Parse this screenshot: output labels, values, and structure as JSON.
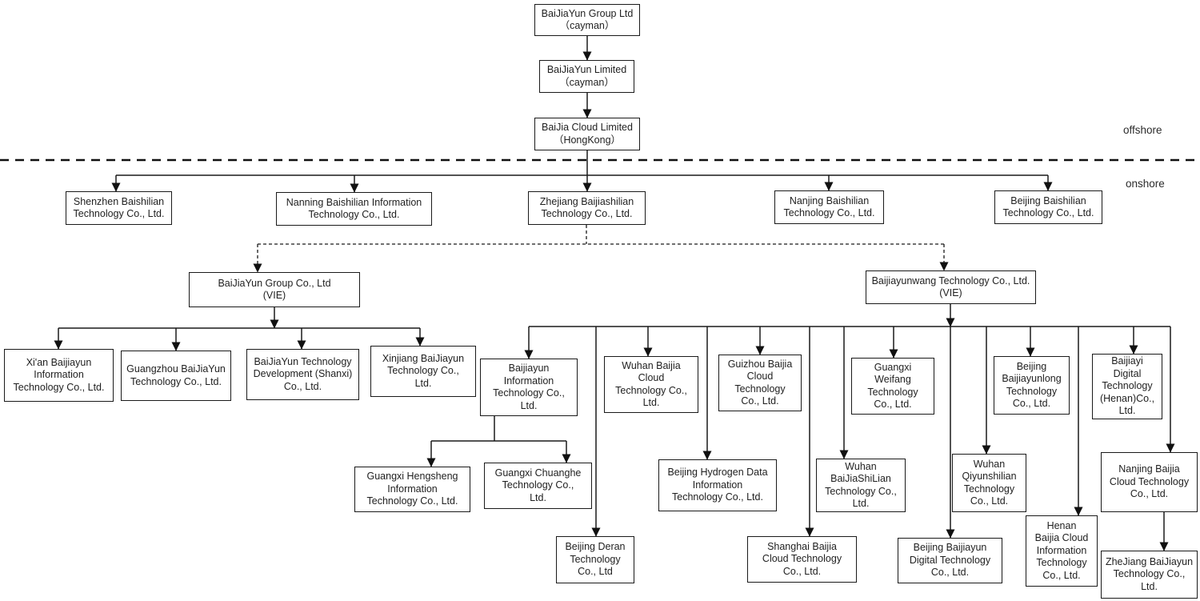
{
  "labels": {
    "offshore": "offshore",
    "onshore": "onshore"
  },
  "nodes": [
    {
      "id": "baijiayun-group-ltd",
      "label": "BaiJiaYun Group Ltd\n（cayman）"
    },
    {
      "id": "baijiayun-limited",
      "label": "BaiJiaYun Limited\n（cayman）"
    },
    {
      "id": "baijia-cloud-limited",
      "label": "BaiJia Cloud Limited\n（HongKong）"
    },
    {
      "id": "shenzhen-baishilian",
      "label": "Shenzhen Baishilian\nTechnology Co., Ltd."
    },
    {
      "id": "nanning-baishilian",
      "label": "Nanning Baishilian Information\nTechnology Co., Ltd."
    },
    {
      "id": "zhejiang-baijiashilian",
      "label": "Zhejiang Baijiashilian\nTechnology Co., Ltd."
    },
    {
      "id": "nanjing-baishilian",
      "label": "Nanjing Baishilian\nTechnology Co., Ltd."
    },
    {
      "id": "beijing-baishilian",
      "label": "Beijing Baishilian\nTechnology Co., Ltd."
    },
    {
      "id": "baijiayun-group-vie",
      "label": "BaiJiaYun Group Co., Ltd\n(VIE)"
    },
    {
      "id": "baijiayunwang-vie",
      "label": "Baijiayunwang Technology Co., Ltd.\n(VIE)"
    },
    {
      "id": "xian-baijiayun",
      "label": "Xi'an Baijiayun\nInformation\nTechnology Co., Ltd."
    },
    {
      "id": "guangzhou-baijiayun",
      "label": "Guangzhou BaiJiaYun\nTechnology Co., Ltd."
    },
    {
      "id": "baijiayun-shanxi",
      "label": "BaiJiaYun Technology\nDevelopment (Shanxi)\nCo., Ltd."
    },
    {
      "id": "xinjiang-baijiayun",
      "label": "Xinjiang BaiJiayun\nTechnology Co.,\nLtd."
    },
    {
      "id": "baijiayun-information",
      "label": "Baijiayun\nInformation\nTechnology Co.,\nLtd."
    },
    {
      "id": "wuhan-baijia-cloud",
      "label": "Wuhan Baijia\nCloud\nTechnology Co.,\nLtd."
    },
    {
      "id": "guizhou-baijia-cloud",
      "label": "Guizhou Baijia\nCloud\nTechnology\nCo., Ltd."
    },
    {
      "id": "guangxi-weifang",
      "label": "Guangxi\nWeifang\nTechnology\nCo., Ltd."
    },
    {
      "id": "beijing-baijiayunlong",
      "label": "Beijing\nBaijiayunlong\nTechnology\nCo., Ltd."
    },
    {
      "id": "baijiayi-digital-henan",
      "label": "Baijiayi\nDigital\nTechnology\n(Henan)Co.,\nLtd."
    },
    {
      "id": "beijing-hydrogen-data",
      "label": "Beijing Hydrogen Data\nInformation\nTechnology Co., Ltd."
    },
    {
      "id": "wuhan-baijiashilian",
      "label": "Wuhan\nBaiJiaShiLian\nTechnology Co.,\nLtd."
    },
    {
      "id": "wuhan-qiyunshilian",
      "label": "Wuhan\nQiyunshilian\nTechnology\nCo., Ltd."
    },
    {
      "id": "nanjing-baijia-cloud",
      "label": "Nanjing Baijia\nCloud Technology\nCo., Ltd."
    },
    {
      "id": "beijing-deran",
      "label": "Beijing Deran\nTechnology\nCo., Ltd"
    },
    {
      "id": "shanghai-baijia-cloud",
      "label": "Shanghai Baijia\nCloud Technology\nCo., Ltd."
    },
    {
      "id": "beijing-baijiayun-digital",
      "label": "Beijing Baijiayun\nDigital Technology\nCo., Ltd."
    },
    {
      "id": "henan-baijia-cloud",
      "label": "Henan\nBaijia Cloud\nInformation\nTechnology\nCo., Ltd."
    },
    {
      "id": "zhejiang-baijiayun",
      "label": "ZheJiang BaiJiayun\nTechnology Co.,\nLtd."
    },
    {
      "id": "guangxi-hengsheng",
      "label": "Guangxi Hengsheng\nInformation\nTechnology Co., Ltd."
    },
    {
      "id": "guangxi-chuanghe",
      "label": "Guangxi Chuanghe\nTechnology Co.,\nLtd."
    }
  ],
  "edges": [
    {
      "from": "baijiayun-group-ltd",
      "to": "baijiayun-limited",
      "style": "solid"
    },
    {
      "from": "baijiayun-limited",
      "to": "baijia-cloud-limited",
      "style": "solid"
    },
    {
      "from": "baijia-cloud-limited",
      "to": "shenzhen-baishilian",
      "style": "solid"
    },
    {
      "from": "baijia-cloud-limited",
      "to": "nanning-baishilian",
      "style": "solid"
    },
    {
      "from": "baijia-cloud-limited",
      "to": "zhejiang-baijiashilian",
      "style": "solid"
    },
    {
      "from": "baijia-cloud-limited",
      "to": "nanjing-baishilian",
      "style": "solid"
    },
    {
      "from": "baijia-cloud-limited",
      "to": "beijing-baishilian",
      "style": "solid"
    },
    {
      "from": "zhejiang-baijiashilian",
      "to": "baijiayun-group-vie",
      "style": "dashed"
    },
    {
      "from": "zhejiang-baijiashilian",
      "to": "baijiayunwang-vie",
      "style": "dashed"
    },
    {
      "from": "baijiayun-group-vie",
      "to": "xian-baijiayun",
      "style": "solid"
    },
    {
      "from": "baijiayun-group-vie",
      "to": "guangzhou-baijiayun",
      "style": "solid"
    },
    {
      "from": "baijiayun-group-vie",
      "to": "baijiayun-shanxi",
      "style": "solid"
    },
    {
      "from": "baijiayun-group-vie",
      "to": "xinjiang-baijiayun",
      "style": "solid"
    },
    {
      "from": "baijiayunwang-vie",
      "to": "baijiayun-information",
      "style": "solid"
    },
    {
      "from": "baijiayunwang-vie",
      "to": "beijing-deran",
      "style": "solid"
    },
    {
      "from": "baijiayunwang-vie",
      "to": "wuhan-baijia-cloud",
      "style": "solid"
    },
    {
      "from": "baijiayunwang-vie",
      "to": "beijing-hydrogen-data",
      "style": "solid"
    },
    {
      "from": "baijiayunwang-vie",
      "to": "guizhou-baijia-cloud",
      "style": "solid"
    },
    {
      "from": "baijiayunwang-vie",
      "to": "shanghai-baijia-cloud",
      "style": "solid"
    },
    {
      "from": "baijiayunwang-vie",
      "to": "wuhan-baijiashilian",
      "style": "solid"
    },
    {
      "from": "baijiayunwang-vie",
      "to": "guangxi-weifang",
      "style": "solid"
    },
    {
      "from": "baijiayunwang-vie",
      "to": "beijing-baijiayun-digital",
      "style": "solid"
    },
    {
      "from": "baijiayunwang-vie",
      "to": "wuhan-qiyunshilian",
      "style": "solid"
    },
    {
      "from": "baijiayunwang-vie",
      "to": "beijing-baijiayunlong",
      "style": "solid"
    },
    {
      "from": "baijiayunwang-vie",
      "to": "henan-baijia-cloud",
      "style": "solid"
    },
    {
      "from": "baijiayunwang-vie",
      "to": "baijiayi-digital-henan",
      "style": "solid"
    },
    {
      "from": "baijiayunwang-vie",
      "to": "nanjing-baijia-cloud",
      "style": "solid"
    },
    {
      "from": "baijiayun-information",
      "to": "guangxi-hengsheng",
      "style": "solid"
    },
    {
      "from": "baijiayun-information",
      "to": "guangxi-chuanghe",
      "style": "solid"
    },
    {
      "from": "nanjing-baijia-cloud",
      "to": "zhejiang-baijiayun",
      "style": "solid"
    }
  ]
}
